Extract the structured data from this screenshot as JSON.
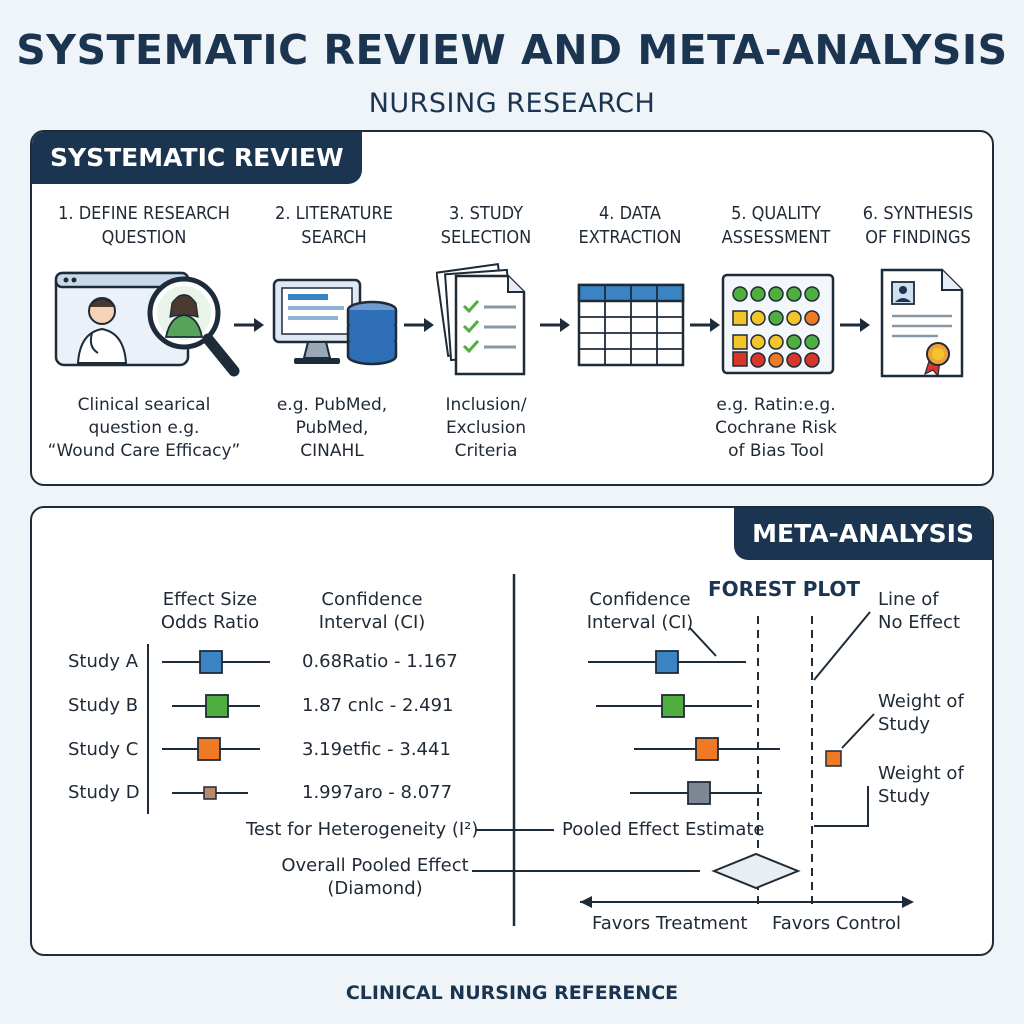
{
  "header": {
    "title": "SYSTEMATIC REVIEW AND META-ANALYSIS",
    "subtitle": "NURSING RESEARCH"
  },
  "systematic_review": {
    "tab_label": "SYSTEMATIC REVIEW",
    "steps": [
      {
        "title": "1. DEFINE RESEARCH\nQUESTION",
        "icon": "clinician-magnifier-icon",
        "note": "Clinical searical\nquestion e.g.\n“Wound Care Efficacy”"
      },
      {
        "title": "2. LITERATURE\nSEARCH",
        "icon": "computer-database-icon",
        "note": "e.g. PubMed,\nPubMed,\nCINAHL"
      },
      {
        "title": "3. STUDY\nSELECTION",
        "icon": "checklist-documents-icon",
        "note": "Inclusion/\nExclusion\nCriteria"
      },
      {
        "title": "4. DATA\nEXTRACTION",
        "icon": "data-table-icon",
        "note": ""
      },
      {
        "title": "5. QUALITY\nASSESSMENT",
        "icon": "risk-of-bias-grid-icon",
        "note": "e.g. Ratin:e.g.\nCochrane Risk\nof Bias Tool"
      },
      {
        "title": "6. SYNTHESIS\nOF FINDINGS",
        "icon": "report-certificate-icon",
        "note": ""
      }
    ]
  },
  "meta_analysis": {
    "tab_label": "META-ANALYSIS",
    "col_effect_size": "Effect Size\nOdds Ratio",
    "col_ci": "Confidence\nInterval (CI)",
    "studies": [
      {
        "name": "Study A",
        "ci_text": "0.68Ratio - 1.167",
        "color": "#3a84c4"
      },
      {
        "name": "Study B",
        "ci_text": "1.87 cnlc - 2.491",
        "color": "#4fae3f"
      },
      {
        "name": "Study C",
        "ci_text": "3.19etfic - 3.441",
        "color": "#f07a23"
      },
      {
        "name": "Study D",
        "ci_text": "1.997aro - 8.077",
        "color": "#b98a6a"
      }
    ],
    "heterogeneity_label": "Test for Heterogeneity (I²)",
    "overall_label": "Overall Pooled Effect\n(Diamond)",
    "forest_title": "FOREST PLOT",
    "forest_ci_label": "Confidence\nInterval (CI)",
    "line_of_no_effect": "Line of\nNo Effect",
    "weight_label_1": "Weight of\nStudy",
    "weight_label_2": "Weight of\nStudy",
    "pooled_label": "Pooled Effect Estimate",
    "favors_treatment": "Favors Treatment",
    "favors_control": "Favors Control",
    "forest_colors": [
      "#3a84c4",
      "#4fae3f",
      "#f07a23",
      "#7d8894"
    ]
  },
  "footer": {
    "text": "CLINICAL NURSING REFERENCE"
  }
}
